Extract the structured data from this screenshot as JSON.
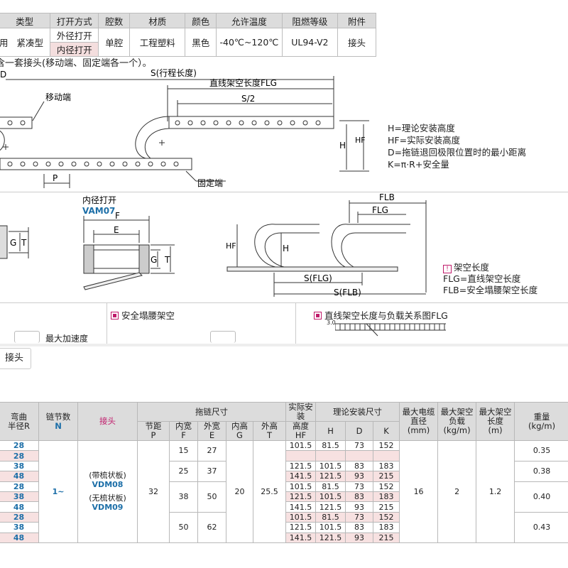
{
  "spec_table": {
    "headers": [
      "类型",
      "打开方式",
      "腔数",
      "材质",
      "颜色",
      "允许温度",
      "阻燃等级",
      "附件"
    ],
    "row": {
      "type_left": "用",
      "type": "紧凑型",
      "open1": "外径打开",
      "open2": "内径打开",
      "cavity": "单腔",
      "material": "工程塑料",
      "color": "黑色",
      "temp": "-40℃~120℃",
      "flame": "UL94-V2",
      "accessory": "接头"
    }
  },
  "note": "含一套接头(移动端、固定端各一个）。",
  "diagram_top": {
    "d_label": "D",
    "s_label": "S(行程长度)",
    "flg_label": "直线架空长度FLG",
    "s2_label": "S/2",
    "moving_end": "移动端",
    "fixed_end": "固定端",
    "p_label": "P",
    "h_label": "H",
    "hf_label": "HF"
  },
  "legend": [
    "H=理论安装高度",
    "HF=实际安装高度",
    "D=拖链退回极限位置时的最小距离",
    "K=π·R+安全量"
  ],
  "diagram_mid": {
    "inner_open": "内径打开",
    "inner_code": "VAM07",
    "f": "F",
    "e": "E",
    "g": "G",
    "t": "T",
    "left_g": "G",
    "left_t": "T"
  },
  "diagram_right": {
    "flb": "FLB",
    "flg": "FLG",
    "hf": "HF",
    "h": "H",
    "sflg": "S(FLG)",
    "sflb": "S(FLB)",
    "legend_title": "架空长度",
    "legend1": "FLG=直线架空长度",
    "legend2": "FLB=安全塌腰架空长度"
  },
  "sections": {
    "safe_sag": "安全塌腰架空",
    "load_rel": "直线架空长度与负载关系图FLG",
    "grid_label": "3.0",
    "cut_text": "最大加速度",
    "joint_button": "接头"
  },
  "data_table": {
    "h_bend": "弯曲",
    "h_bend2": "半径R",
    "h_links": "链节数",
    "h_links2": "N",
    "h_joint": "接头",
    "h_chain": "拖链尺寸",
    "h_pitch": "节距",
    "h_pitch2": "P",
    "h_iw": "内宽",
    "h_iw2": "F",
    "h_ow": "外宽",
    "h_ow2": "E",
    "h_ih": "内高",
    "h_ih2": "G",
    "h_oh": "外高",
    "h_oh2": "T",
    "h_act": "实际安装",
    "h_act2": "高度",
    "h_act3": "HF",
    "h_theory": "理论安装尺寸",
    "h_H": "H",
    "h_D": "D",
    "h_K": "K",
    "h_cable": "最大电缆",
    "h_cable2": "直径",
    "h_cable3": "(mm)",
    "h_load": "最大架空",
    "h_load2": "负载",
    "h_load3": "(kg/m)",
    "h_len": "最大架空",
    "h_len2": "长度",
    "h_len3": "(m)",
    "h_wt": "重量",
    "h_wt2": "(kg/m)",
    "links": "1~",
    "joint1": "(带梳状板)",
    "joint2": "VDM08",
    "joint3": "(无梳状板)",
    "joint4": "VDM09",
    "pitch": "32",
    "ih": "20",
    "oh": "25.5",
    "cable": "16",
    "load": "2",
    "len": "1.2",
    "groups": [
      {
        "iw": "15",
        "ow": "27",
        "wt": "0.35"
      },
      {
        "iw": "25",
        "ow": "37",
        "wt": "0.38"
      },
      {
        "iw": "38",
        "ow": "50",
        "wt": "0.40"
      },
      {
        "iw": "50",
        "ow": "62",
        "wt": "0.43"
      }
    ],
    "rows": [
      {
        "r": "28",
        "hf": "101.5",
        "h": "81.5",
        "d": "73",
        "k": "152"
      },
      {
        "r": "28",
        "hf": "",
        "h": "",
        "d": "",
        "k": ""
      },
      {
        "r": "38",
        "hf": "121.5",
        "h": "101.5",
        "d": "83",
        "k": "183"
      },
      {
        "r": "48",
        "hf": "141.5",
        "h": "121.5",
        "d": "93",
        "k": "215"
      },
      {
        "r": "28",
        "hf": "101.5",
        "h": "81.5",
        "d": "73",
        "k": "152"
      },
      {
        "r": "38",
        "hf": "121.5",
        "h": "101.5",
        "d": "83",
        "k": "183"
      },
      {
        "r": "48",
        "hf": "141.5",
        "h": "121.5",
        "d": "93",
        "k": "215"
      },
      {
        "r": "28",
        "hf": "101.5",
        "h": "81.5",
        "d": "73",
        "k": "152"
      },
      {
        "r": "38",
        "hf": "121.5",
        "h": "101.5",
        "d": "83",
        "k": "183"
      },
      {
        "r": "48",
        "hf": "141.5",
        "h": "121.5",
        "d": "93",
        "k": "215"
      }
    ]
  }
}
